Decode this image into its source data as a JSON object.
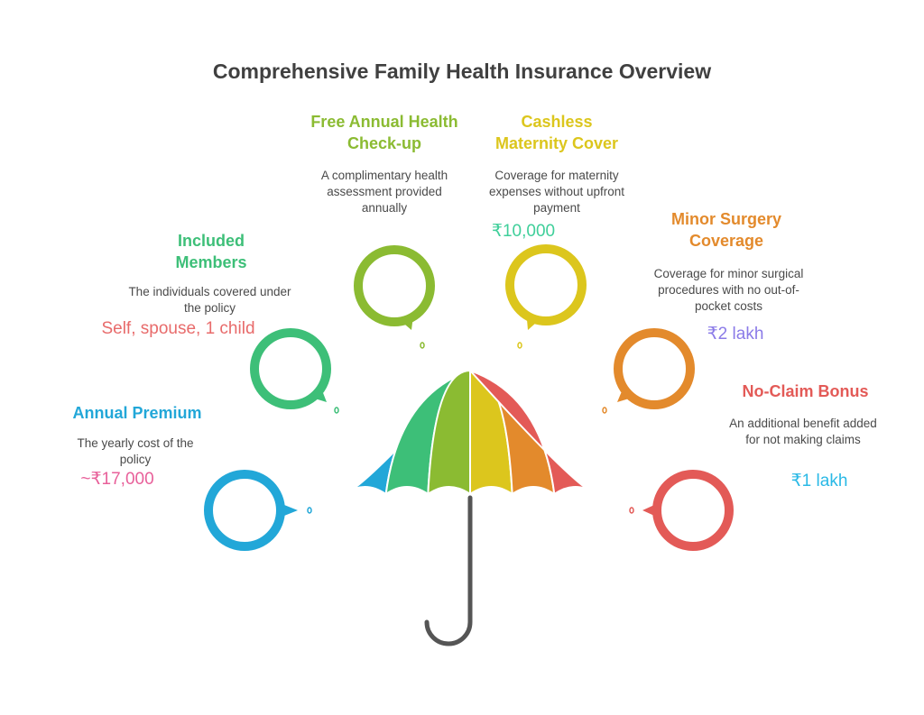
{
  "title": "Comprehensive Family Health Insurance Overview",
  "features": [
    {
      "id": "annual-premium",
      "title": "Annual Premium",
      "description": "The yearly cost of the policy",
      "value": "~₹17,000",
      "color": "#22a7d8",
      "value_color": "#e8609a"
    },
    {
      "id": "included-members",
      "title": "Included Members",
      "description": "The individuals covered under the policy",
      "value": "Self, spouse, 1 child",
      "color": "#3dbf78",
      "value_color": "#e86b6b"
    },
    {
      "id": "free-annual-checkup",
      "title": "Free Annual Health Check-up",
      "description": "A complimentary health assessment provided annually",
      "value": "",
      "color": "#8bbb32",
      "value_color": ""
    },
    {
      "id": "cashless-maternity",
      "title": "Cashless Maternity Cover",
      "description": "Coverage for maternity expenses without upfront payment",
      "value": "₹10,000",
      "color": "#dcc61d",
      "value_color": "#3fcf9a"
    },
    {
      "id": "minor-surgery",
      "title": "Minor Surgery Coverage",
      "description": "Coverage for minor surgical procedures with no out-of-pocket costs",
      "value": "₹2 lakh",
      "color": "#e38a2c",
      "value_color": "#8b7be8"
    },
    {
      "id": "no-claim-bonus",
      "title": "No-Claim Bonus",
      "description": "An additional benefit added for not making claims",
      "value": "₹1 lakh",
      "color": "#e35a57",
      "value_color": "#2ab9e6"
    }
  ],
  "umbrella_colors": [
    "#22a7d8",
    "#3dbf78",
    "#8bbb32",
    "#dcc61d",
    "#e38a2c",
    "#e35a57"
  ],
  "handle_color": "#555555"
}
